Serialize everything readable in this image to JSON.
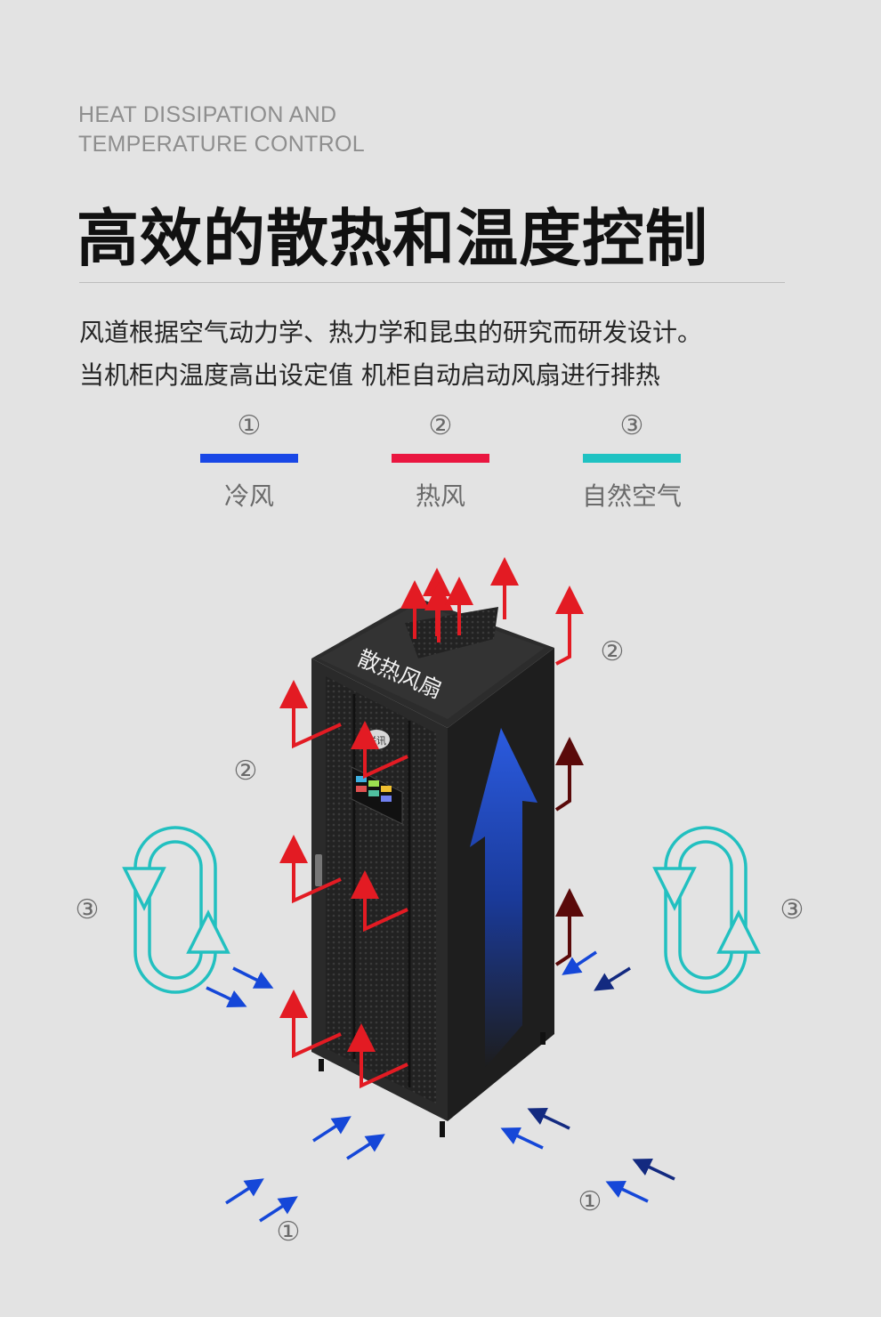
{
  "header": {
    "en_line1": "HEAT DISSIPATION AND",
    "en_line2": "TEMPERATURE CONTROL",
    "cn_title": "高效的散热和温度控制"
  },
  "description": {
    "line1": "风道根据空气动力学、热力学和昆虫的研究而研发设计。",
    "line2": "当机柜内温度高出设定值 机柜自动启动风扇进行排热"
  },
  "legend": [
    {
      "num": "①",
      "label": "冷风",
      "color": "#1947e6"
    },
    {
      "num": "②",
      "label": "热风",
      "color": "#ea1640"
    },
    {
      "num": "③",
      "label": "自然空气",
      "color": "#1fc2c2"
    }
  ],
  "illustration": {
    "top_label": "散热风扇",
    "brand_badge": "联讯",
    "markers": {
      "cold": "①",
      "hot": "②",
      "natural": "③"
    }
  },
  "colors": {
    "background": "#e3e3e3",
    "cabinet": "#1f1f1f",
    "hot_air": "#e31b23",
    "cold_air": "#1547d8",
    "natural_air": "#22c0c0"
  }
}
